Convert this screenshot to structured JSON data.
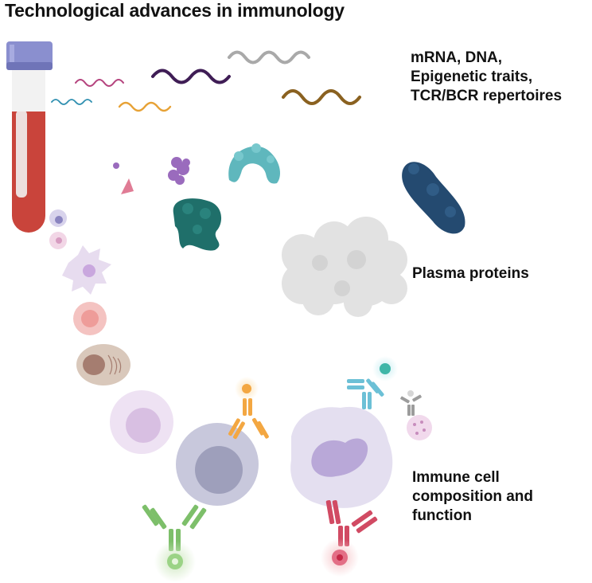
{
  "title": "Technological advances in immunology",
  "labels": {
    "genomic": [
      "mRNA, DNA,",
      "Epigenetic traits,",
      "TCR/BCR repertoires"
    ],
    "plasma": "Plasma proteins",
    "immune": [
      "Immune cell",
      "composition and",
      "function"
    ]
  },
  "colors": {
    "tube_cap": "#8a8fcf",
    "blood": "#c9443b",
    "protein_teal": "#1f6f6a",
    "protein_navy": "#244a70",
    "protein_cyan": "#5fb7bd",
    "protein_purple": "#9a6bbd",
    "protein_grey": "#e2e2e2",
    "antibody_green": "#7dbf6a",
    "antibody_orange": "#f3a742",
    "antibody_red": "#d14a63",
    "antibody_blue": "#6cc0d6",
    "cell_lilac": "#c8c8dc"
  },
  "icons": [
    "blood-tube-icon",
    "nucleic-acid-strand-icon",
    "protein-icon",
    "immune-cell-icon",
    "antibody-icon"
  ]
}
